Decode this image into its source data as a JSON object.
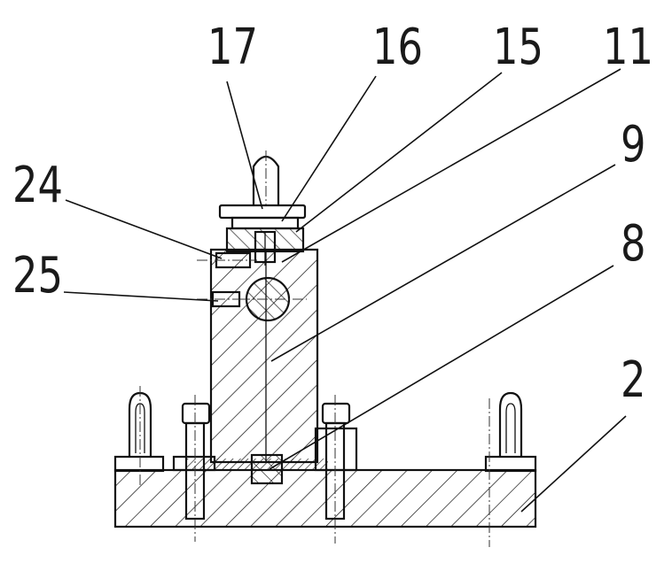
{
  "callouts": {
    "c17": "17",
    "c16": "16",
    "c15": "15",
    "c11": "11",
    "c9": "9",
    "c8": "8",
    "c24": "24",
    "c25": "25",
    "c2": "2"
  }
}
